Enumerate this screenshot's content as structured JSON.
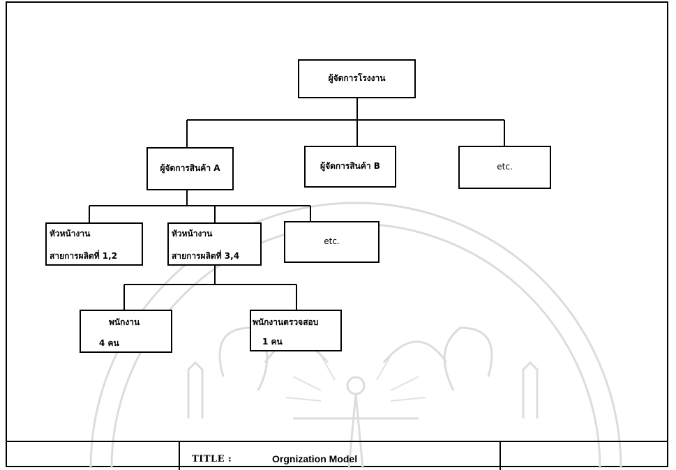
{
  "diagram": {
    "root": {
      "label": "ผู้จัดการโรงงาน"
    },
    "level2": [
      {
        "label": "ผู้จัดการสินค้า A"
      },
      {
        "label": "ผู้จัดการสินค้า B"
      },
      {
        "label": "etc."
      }
    ],
    "level3": [
      {
        "line1": "หัวหน้างาน",
        "line2": "สายการผลิตที่ 1,2"
      },
      {
        "line1": "หัวหน้างาน",
        "line2": "สายการผลิตที่ 3,4"
      },
      {
        "label": "etc."
      }
    ],
    "level4": [
      {
        "line1": "พนักงาน",
        "line2": "4 คน"
      },
      {
        "line1": "พนักงานตรวจสอบ",
        "line2": "1 คน"
      }
    ]
  },
  "title_block": {
    "label": "TITLE :",
    "value": "Orgnization Model"
  }
}
